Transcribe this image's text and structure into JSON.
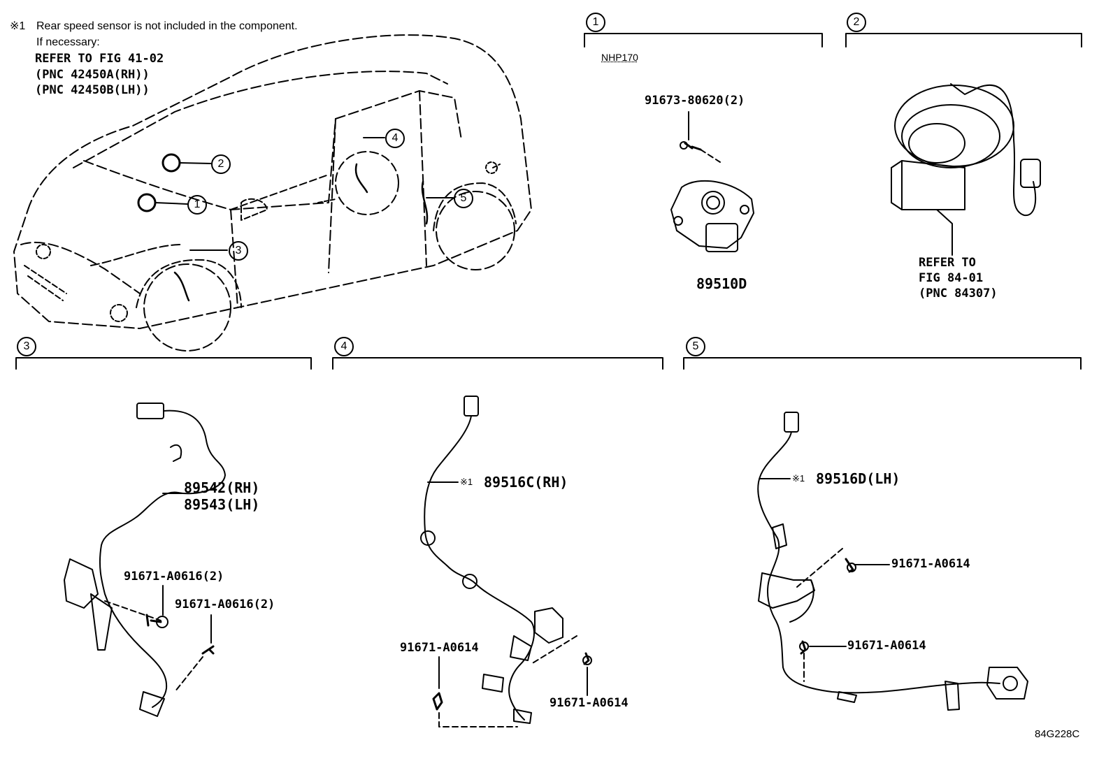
{
  "note": {
    "mark": "※1",
    "text": "Rear speed sensor is not included in the component.",
    "line2": "If necessary:",
    "line3": "REFER TO FIG 41-02",
    "line4": "(PNC 42450A(RH))",
    "line5": "(PNC 42450B(LH))"
  },
  "callouts": [
    "1",
    "2",
    "3",
    "4",
    "5"
  ],
  "section1": {
    "number": "1",
    "model": "NHP170",
    "bolt": "91673-80620(2)",
    "part": "89510D"
  },
  "section2": {
    "number": "2",
    "ref1": "REFER TO",
    "ref2": "FIG 84-01",
    "ref3": "(PNC 84307)"
  },
  "section3": {
    "number": "3",
    "part_rh": "89542(RH)",
    "part_lh": "89543(LH)",
    "bolt_a": "91671-A0616(2)",
    "bolt_b": "91671-A0616(2)"
  },
  "section4": {
    "number": "4",
    "mark": "※1",
    "part": "89516C(RH)",
    "bolt_a": "91671-A0614",
    "bolt_b": "91671-A0614"
  },
  "section5": {
    "number": "5",
    "mark": "※1",
    "part": "89516D(LH)",
    "bolt_a": "91671-A0614",
    "bolt_b": "91671-A0614"
  },
  "figure_id": "84G228C"
}
